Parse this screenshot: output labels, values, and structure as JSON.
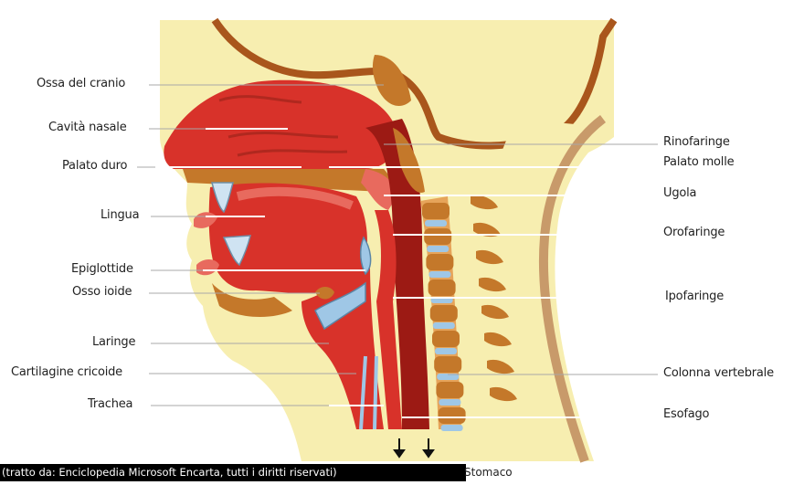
{
  "figure": {
    "labels_left": [
      {
        "key": "ossa",
        "text": "Ossa del cranio"
      },
      {
        "key": "cavita",
        "text": "Cavità nasale"
      },
      {
        "key": "palato_duro",
        "text": "Palato duro"
      },
      {
        "key": "lingua",
        "text": "Lingua"
      },
      {
        "key": "epiglottide",
        "text": "Epiglottide"
      },
      {
        "key": "osso_ioide",
        "text": "Osso ioide"
      },
      {
        "key": "laringe",
        "text": "Laringe"
      },
      {
        "key": "cartilagine",
        "text": "Cartilagine cricoide"
      },
      {
        "key": "trachea",
        "text": "Trachea"
      }
    ],
    "labels_right": [
      {
        "key": "rinofaringe",
        "text": "Rinofaringe"
      },
      {
        "key": "palato_molle",
        "text": "Palato molle"
      },
      {
        "key": "ugola",
        "text": "Ugola"
      },
      {
        "key": "orofaringe",
        "text": "Orofaringe"
      },
      {
        "key": "ipofaringe",
        "text": "Ipofaringe"
      },
      {
        "key": "colonna",
        "text": "Colonna vertebrale"
      },
      {
        "key": "esofago",
        "text": "Esofago"
      }
    ],
    "bottom_label": "Stomaco",
    "credit": "(tratto da: Enciclopedia Microsoft Encarta, tutti i diritti riservati)",
    "colors": {
      "skin": "#f7eeb0",
      "flesh": "#d8322a",
      "flesh_light": "#e86a5e",
      "bone": "#c4782a",
      "cartilage": "#9fc7e6",
      "muscle_dark": "#9c1a14",
      "line": "#b3b3b3"
    }
  }
}
